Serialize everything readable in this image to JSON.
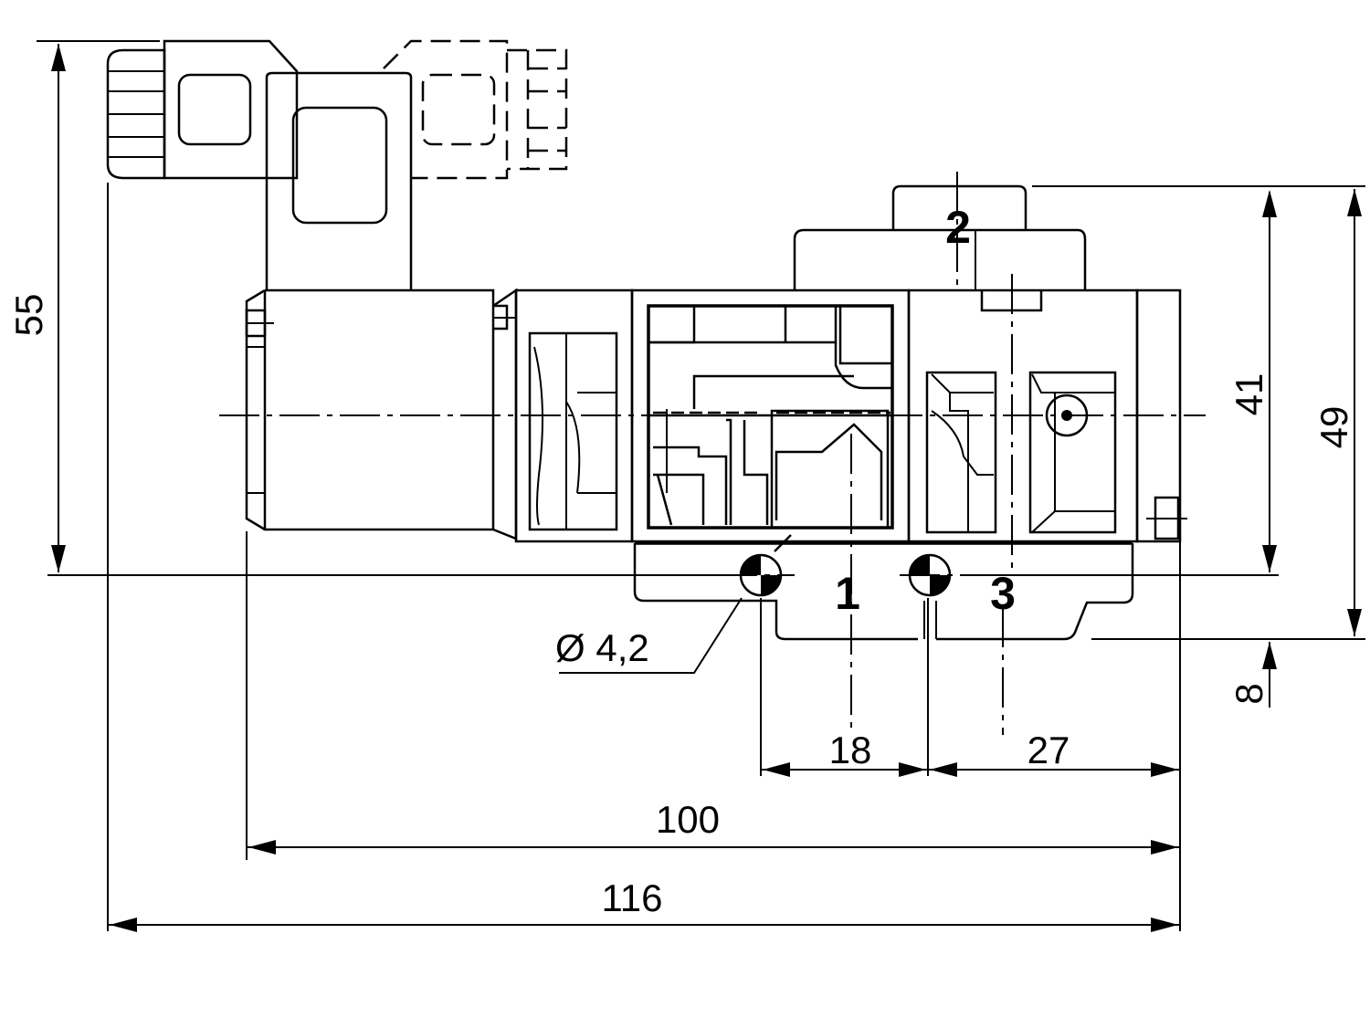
{
  "dimensions": {
    "overall_length": "116",
    "body_length": "100",
    "port_spacing_1_3": "18",
    "port_3_to_end": "27",
    "total_height": "55",
    "port2_height": "49",
    "centerline_height": "41",
    "base_offset": "8",
    "mounting_hole": "Ø 4,2"
  },
  "ports": {
    "inlet": "1",
    "outlet": "2",
    "exhaust": "3"
  }
}
